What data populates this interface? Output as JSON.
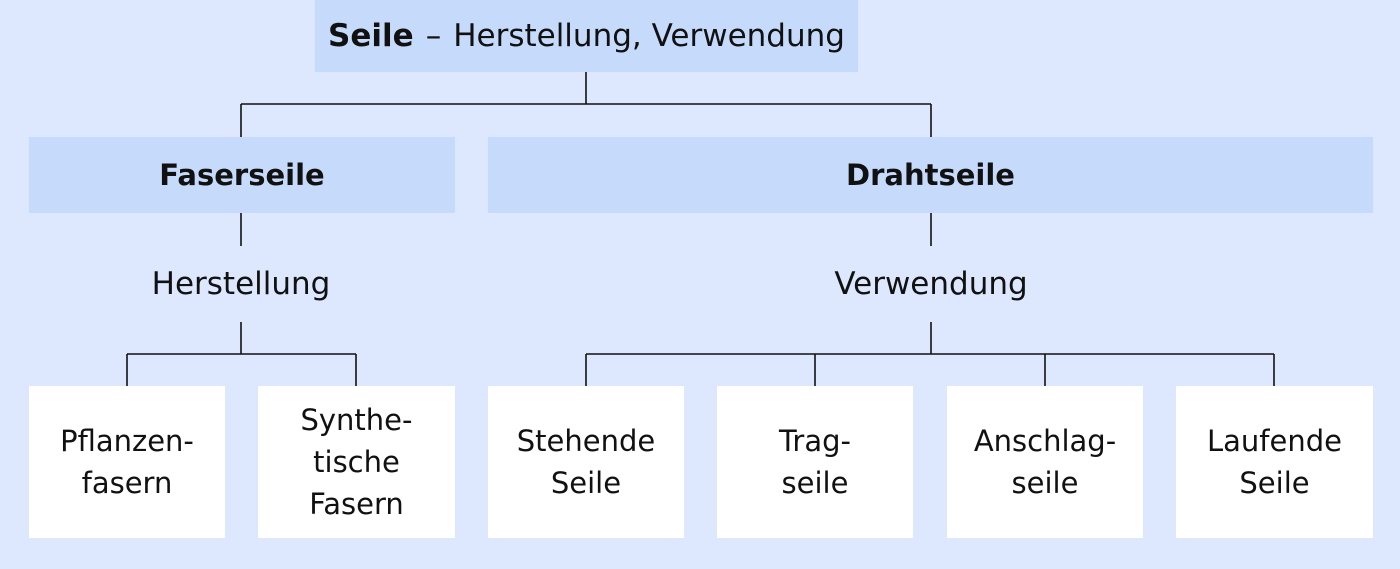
{
  "root": {
    "title": "Seile",
    "separator": "–",
    "subtitle": "Herstellung, Verwendung"
  },
  "branches": {
    "left": {
      "title": "Faserseile",
      "label": "Herstellung",
      "leaves": [
        "Pflanzen-\nfasern",
        "Synthe-\ntische\nFasern"
      ]
    },
    "right": {
      "title": "Drahtseile",
      "label": "Verwendung",
      "leaves": [
        "Stehende\nSeile",
        "Trag-\nseile",
        "Anschlag-\nseile",
        "Laufende\nSeile"
      ]
    }
  },
  "colors": {
    "background": "#dde8fe",
    "header_fill": "#c6dafb",
    "leaf_fill": "#ffffff",
    "line": "#111111"
  }
}
